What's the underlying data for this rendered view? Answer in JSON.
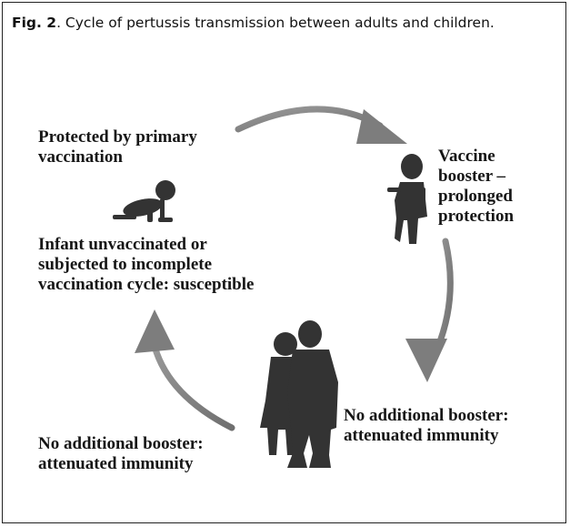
{
  "caption": {
    "figure_label": "Fig. 2",
    "text": ". Cycle of pertussis transmission between adults and children."
  },
  "stages": {
    "protected": "Protected by primary\nvaccination",
    "booster": "Vaccine\nbooster –\nprolonged\nprotection",
    "infant": "Infant unvaccinated or\nsubjected to incomplete\nvaccination cycle: susceptible",
    "no_booster_right": "No additional booster:\nattenuated immunity",
    "no_booster_left": "No additional booster:\nattenuated immunity"
  },
  "icons": [
    "crawling-baby-icon",
    "toddler-icon",
    "adult-couple-icon"
  ],
  "colors": {
    "arrow": "#8a8a8a",
    "figure": "#333333"
  }
}
